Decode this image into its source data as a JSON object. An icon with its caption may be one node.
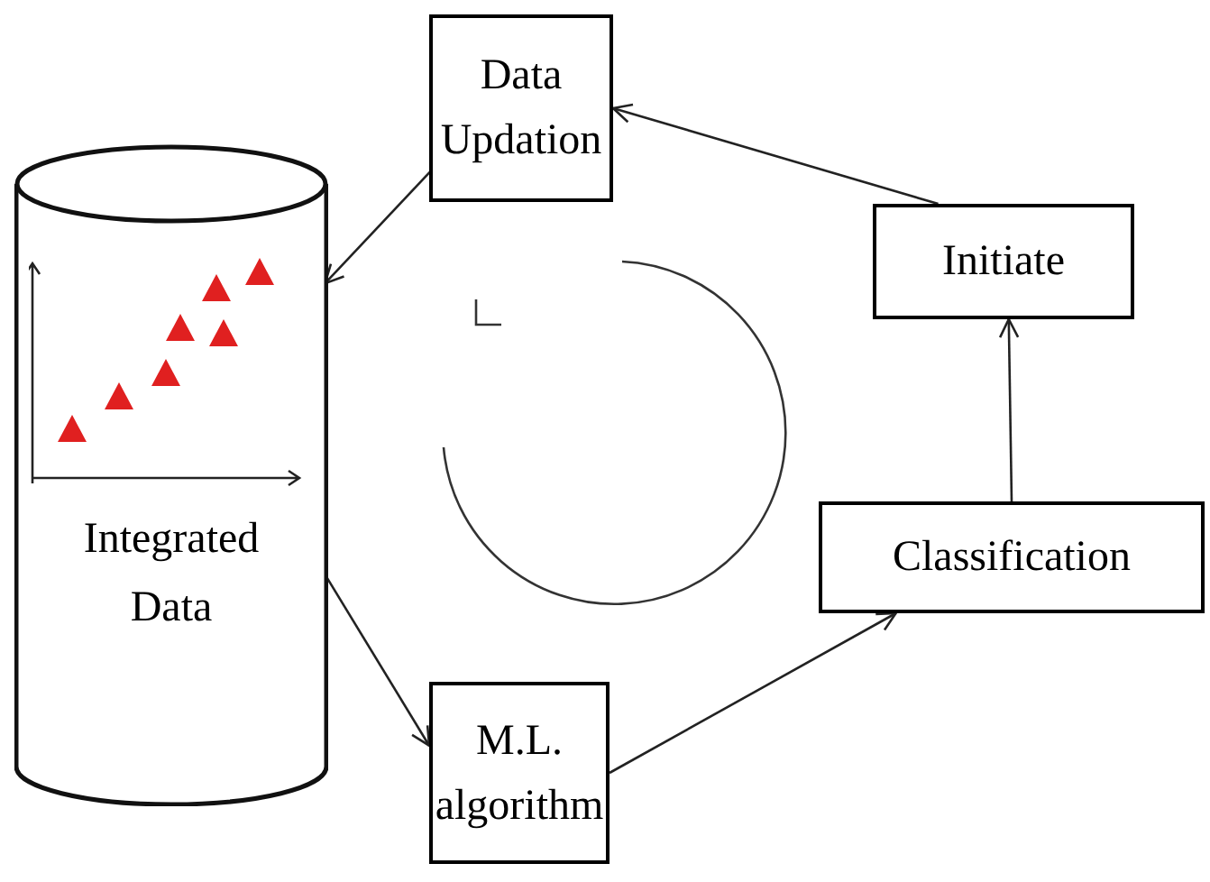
{
  "diagram": {
    "nodes": [
      {
        "text": [
          "Integrated Data"
        ]
      },
      {
        "text": [
          "Data Updation"
        ]
      },
      {
        "text": [
          "Initiate"
        ]
      },
      {
        "text": [
          "Classification"
        ]
      },
      {
        "text": [
          "M.L. algorithm"
        ]
      }
    ],
    "edges": [
      {
        "from": 1,
        "to": 0,
        "arrow": "to"
      },
      {
        "from": 0,
        "to": 4,
        "arrow": "to"
      },
      {
        "from": 4,
        "to": 3,
        "arrow": "to"
      },
      {
        "from": 3,
        "to": 2,
        "arrow": "to"
      },
      {
        "from": 2,
        "to": 1,
        "arrow": "to"
      }
    ]
  }
}
